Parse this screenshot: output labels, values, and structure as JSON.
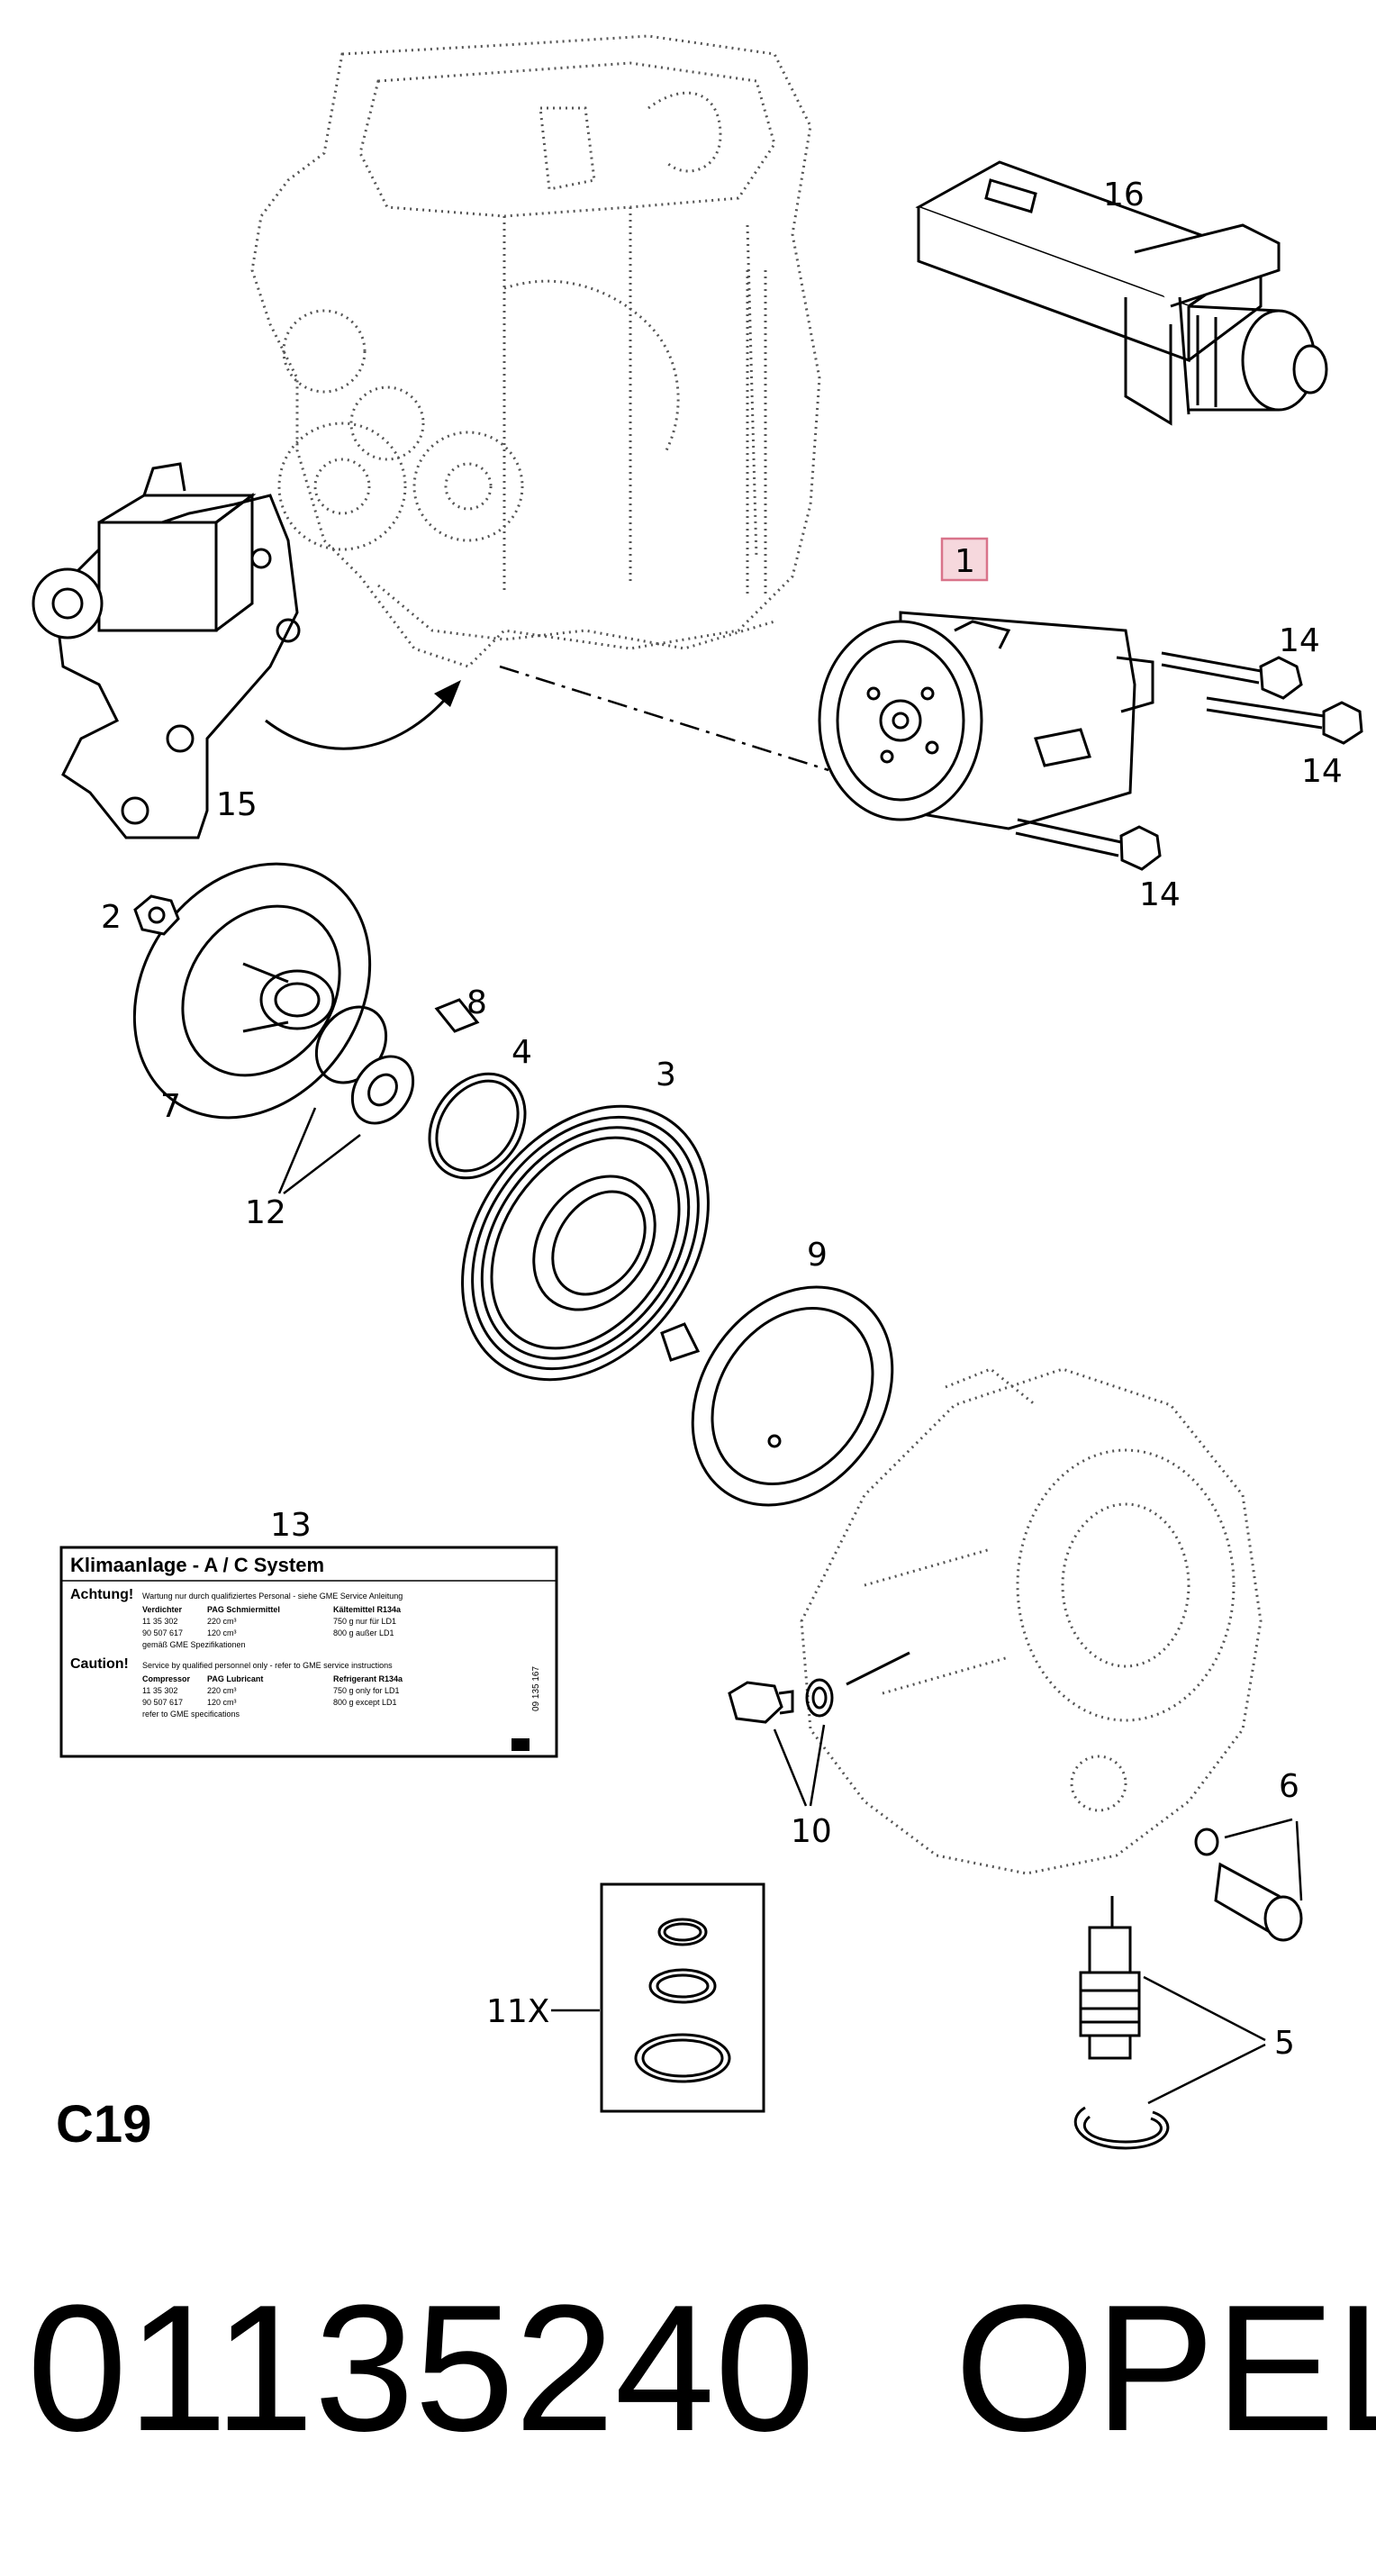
{
  "callouts": {
    "c1": "1",
    "c2": "2",
    "c3": "3",
    "c4": "4",
    "c5": "5",
    "c6": "6",
    "c7": "7",
    "c8": "8",
    "c9": "9",
    "c10": "10",
    "c11": "11X",
    "c12": "12",
    "c13": "13",
    "c14": "14",
    "c15": "15",
    "c16": "16"
  },
  "page_code": "C19",
  "label_card": {
    "title": "Klimaanlage - A / C System",
    "achtung_heading": "Achtung!",
    "achtung_text": "Wartung nur durch qualifiziertes Personal - siehe GME Service Anleitung",
    "de_headers": [
      "Verdichter",
      "PAG Schmiermittel",
      "Kältemittel R134a"
    ],
    "de_rows": [
      [
        "11 35 302",
        "220 cm³",
        "750 g nur für LD1"
      ],
      [
        "90 507 617",
        "120 cm³",
        "800 g außer LD1"
      ]
    ],
    "de_note": "gemäß GME Spezifikationen",
    "caution_heading": "Caution!",
    "caution_text": "Service by qualified personnel only - refer to GME service instructions",
    "en_headers": [
      "Compressor",
      "PAG Lubricant",
      "Refrigerant R134a"
    ],
    "en_rows": [
      [
        "11 35 302",
        "220 cm³",
        "750 g only for LD1"
      ],
      [
        "90 507 617",
        "120 cm³",
        "800 g except LD1"
      ]
    ],
    "en_note": "refer to GME specifications",
    "side_code": "09 135 167"
  },
  "footer": {
    "part_number": "01135240",
    "brand": "OPEL"
  },
  "colors": {
    "highlight_fill": "#f6d8dd",
    "highlight_stroke": "#d9738a",
    "line": "#000000"
  }
}
